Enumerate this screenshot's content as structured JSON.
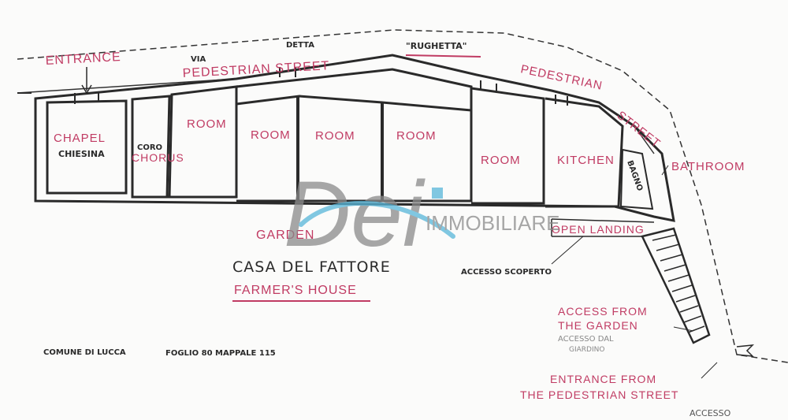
{
  "colors": {
    "ink": "#2a2a2a",
    "annotation": "#c03b63",
    "watermark_gray": "#8a8a8a",
    "watermark_blue": "#58b6d9"
  },
  "street": {
    "via": "VIA",
    "detta": "DETTA",
    "rughetta": "\"RUGHETTA\"",
    "pedestrian_left": "PEDESTRIAN STREET",
    "pedestrian_right_1": "PEDESTRIAN",
    "pedestrian_right_2": "STREET"
  },
  "labels": {
    "entrance": "ENTRANCE",
    "chapel": "CHAPEL",
    "chiesina": "CHIESINA",
    "coro": "CORO",
    "chorus": "CHORUS",
    "room": "ROOM",
    "kitchen": "KITCHEN",
    "bagno": "BAGNO",
    "bathroom": "BATHROOM",
    "garden": "GARDEN",
    "open_landing": "OPEN LANDING",
    "casa_del_fattore": "CASA DEL FATTORE",
    "farmers_house": "FARMER'S HOUSE",
    "accesso_scoperto": "ACCESSO SCOPERTO",
    "access_from_garden_1": "ACCESS FROM",
    "access_from_garden_2": "THE GARDEN",
    "accesso_dal_1": "ACCESSO DAL",
    "accesso_dal_2": "GIARDINO",
    "entrance_from_1": "ENTRANCE FROM",
    "entrance_from_2": "THE PEDESTRIAN STREET",
    "accesso_corner": "ACCESSO",
    "cadastre": "COMUNE DI LUCCA",
    "foglio": "FOGLIO 80 MAPPALE 115"
  },
  "watermark": {
    "monogram": "Dei",
    "brand": "IMMOBILIARE"
  }
}
